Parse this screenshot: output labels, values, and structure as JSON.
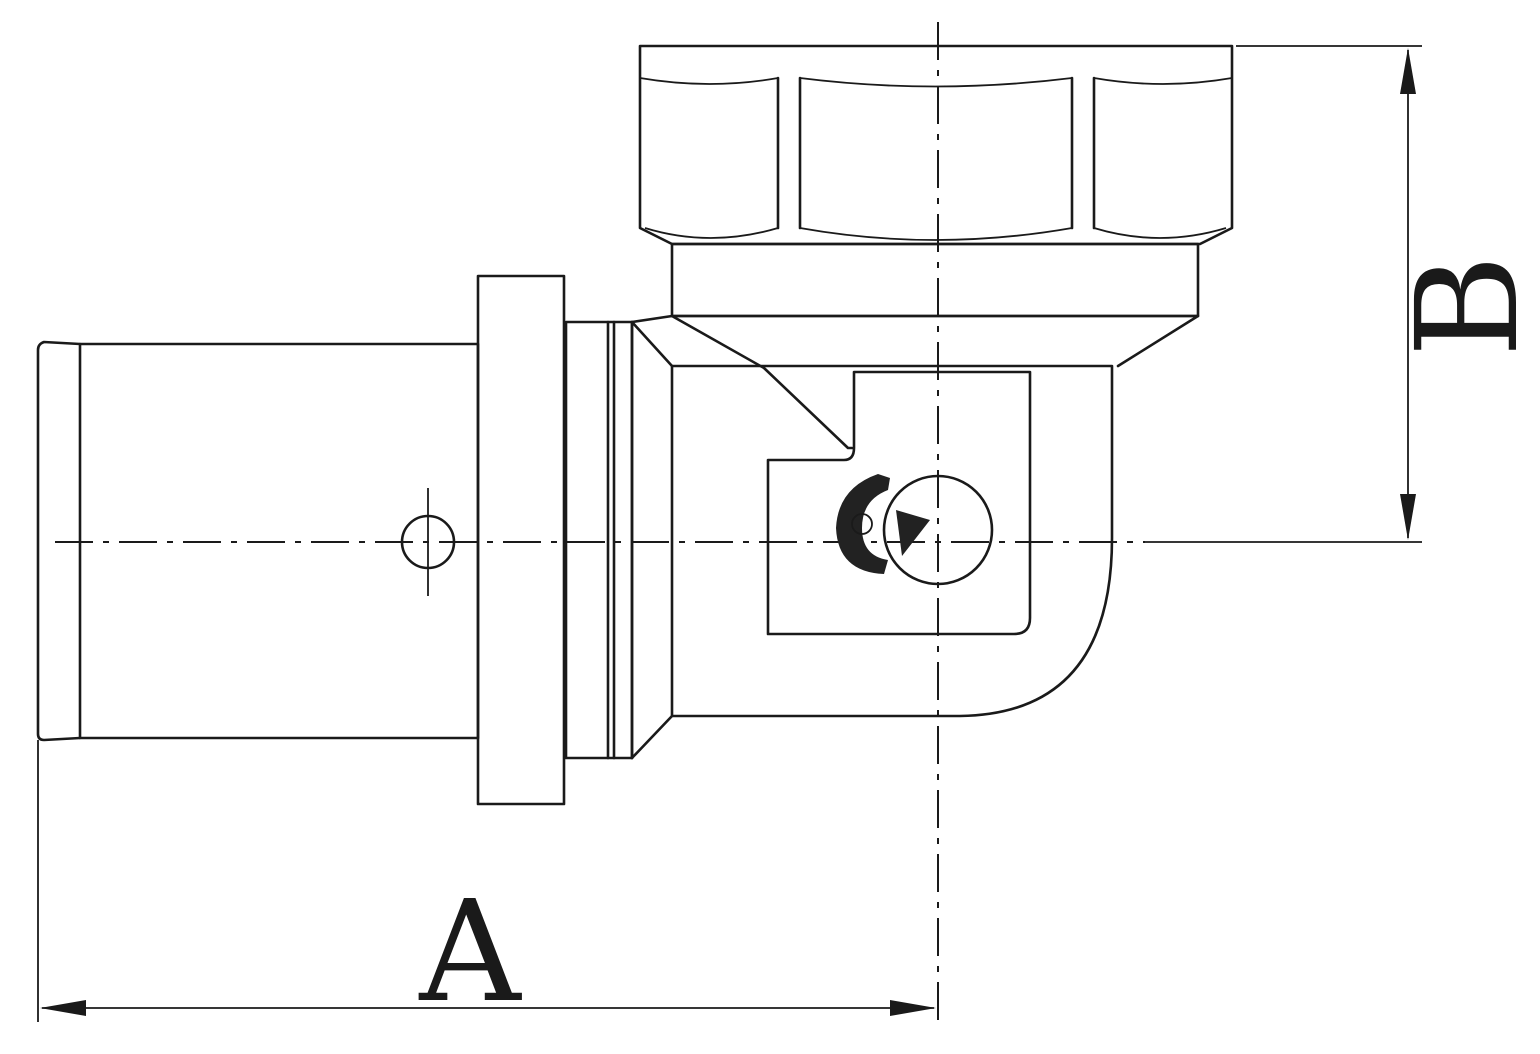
{
  "diagram": {
    "dimensions": {
      "a_label": "A",
      "b_label": "B"
    },
    "colors": {
      "line": "#1a1a1a",
      "background": "#ffffff"
    },
    "icons": {
      "center_mark": "circle-crosshair",
      "brand_mark": "logo-mark"
    }
  }
}
